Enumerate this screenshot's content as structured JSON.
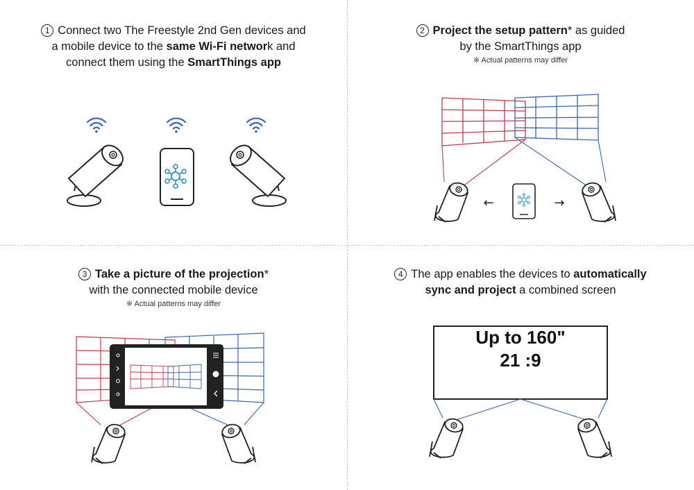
{
  "colors": {
    "red": "#c0394b",
    "blue": "#3a66b0",
    "line": "#222222",
    "accent": "#2a8fc7"
  },
  "steps": [
    {
      "number": "1",
      "line1_pre": "Connect two The Freestyle 2nd Gen devices and",
      "line2_pre": "a mobile device to the ",
      "line2_bold": "same Wi-Fi networ",
      "line2_post": "k and",
      "line3_pre": "connect them using the ",
      "line3_bold": "SmartThings app",
      "icons": [
        "wifi-icon",
        "projector-icon",
        "phone-icon",
        "smartthings-icon"
      ]
    },
    {
      "number": "2",
      "line1_bold": "Project the setup pattern",
      "line1_post": "* as guided",
      "line2": "by the SmartThings app",
      "note": "※ Actual patterns may differ",
      "arrow_left": "←",
      "arrow_right": "→"
    },
    {
      "number": "3",
      "line1_bold": "Take a picture of the projection",
      "line1_post": "*",
      "line2": "with the connected mobile device",
      "note": "※ Actual patterns may differ"
    },
    {
      "number": "4",
      "line1_pre": "The app enables the devices to ",
      "line1_bold": "automatically",
      "line2_bold": "sync and project",
      "line2_post": " a combined screen",
      "screen_line1": "Up to 160\"",
      "screen_line2": "21 :9"
    }
  ]
}
